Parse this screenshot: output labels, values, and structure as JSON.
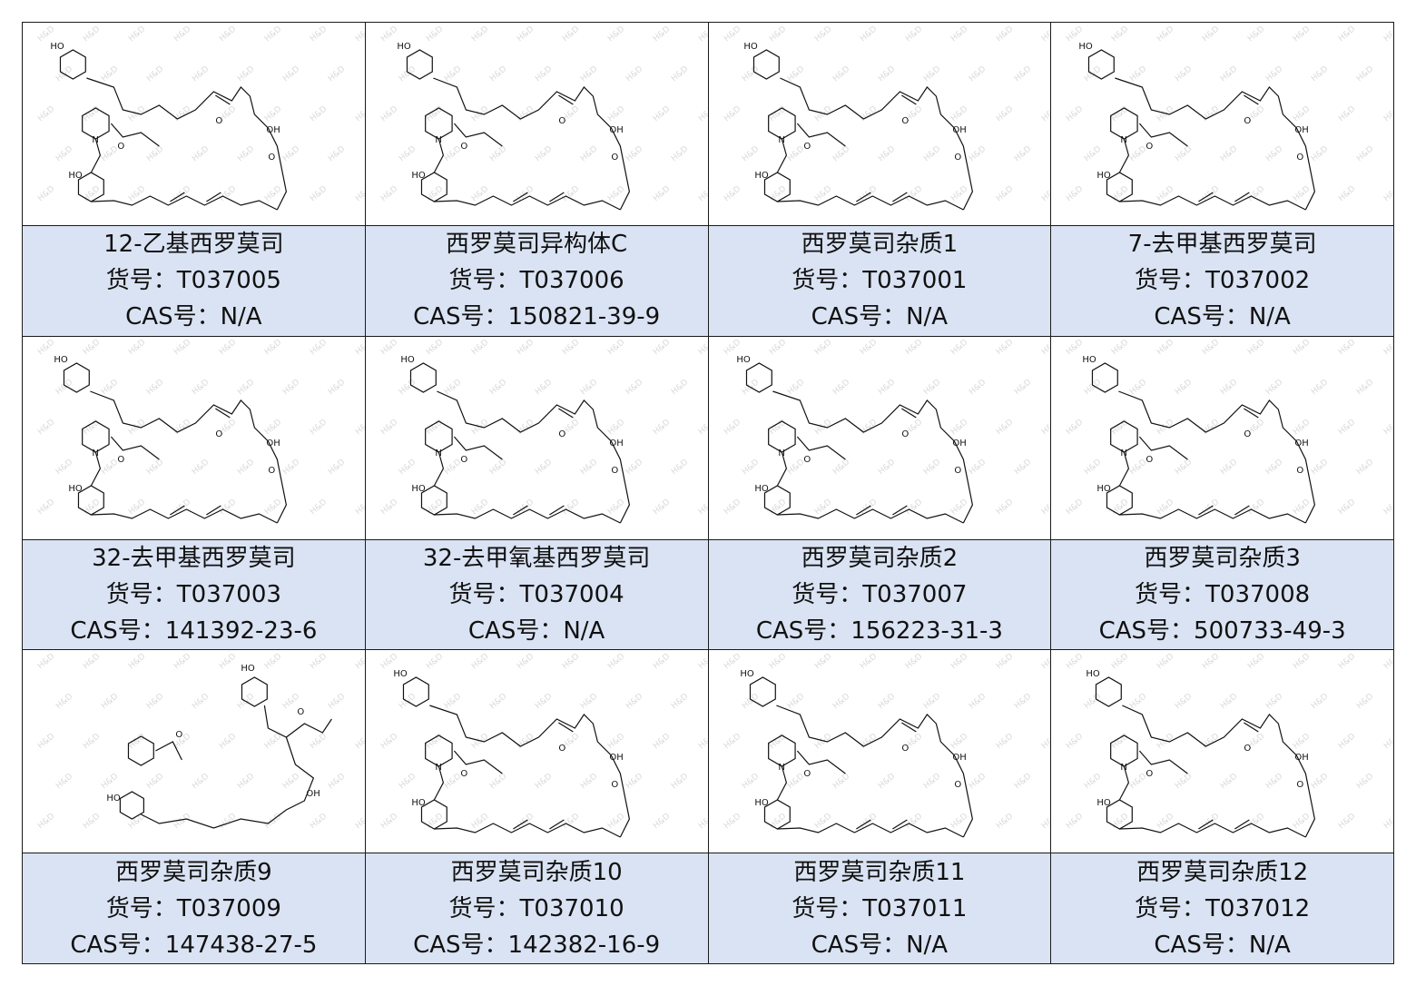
{
  "watermark": "H&D",
  "colors": {
    "info_background": "#dae3f3",
    "border": "#1a1a1a",
    "text": "#111111"
  },
  "rows": [
    [
      {
        "name": "12-乙基西罗莫司",
        "catalog": "货号：T037005",
        "cas": "CAS号：N/A"
      },
      {
        "name": "西罗莫司异构体C",
        "catalog": "货号：T037006",
        "cas": "CAS号：150821-39-9"
      },
      {
        "name": "西罗莫司杂质1",
        "catalog": "货号：T037001",
        "cas": "CAS号：N/A"
      },
      {
        "name": "7-去甲基西罗莫司",
        "catalog": "货号：T037002",
        "cas": "CAS号：N/A"
      }
    ],
    [
      {
        "name": "32-去甲基西罗莫司",
        "catalog": "货号：T037003",
        "cas": "CAS号：141392-23-6"
      },
      {
        "name": "32-去甲氧基西罗莫司",
        "catalog": "货号：T037004",
        "cas": "CAS号：N/A"
      },
      {
        "name": "西罗莫司杂质2",
        "catalog": "货号：T037007",
        "cas": "CAS号：156223-31-3"
      },
      {
        "name": "西罗莫司杂质3",
        "catalog": "货号：T037008",
        "cas": "CAS号：500733-49-3"
      }
    ],
    [
      {
        "name": "西罗莫司杂质9",
        "catalog": "货号：T037009",
        "cas": "CAS号：147438-27-5"
      },
      {
        "name": "西罗莫司杂质10",
        "catalog": "货号：T037010",
        "cas": "CAS号：142382-16-9"
      },
      {
        "name": "西罗莫司杂质11",
        "catalog": "货号：T037011",
        "cas": "CAS号：N/A"
      },
      {
        "name": "西罗莫司杂质12",
        "catalog": "货号：T037012",
        "cas": "CAS号：N/A"
      }
    ]
  ]
}
